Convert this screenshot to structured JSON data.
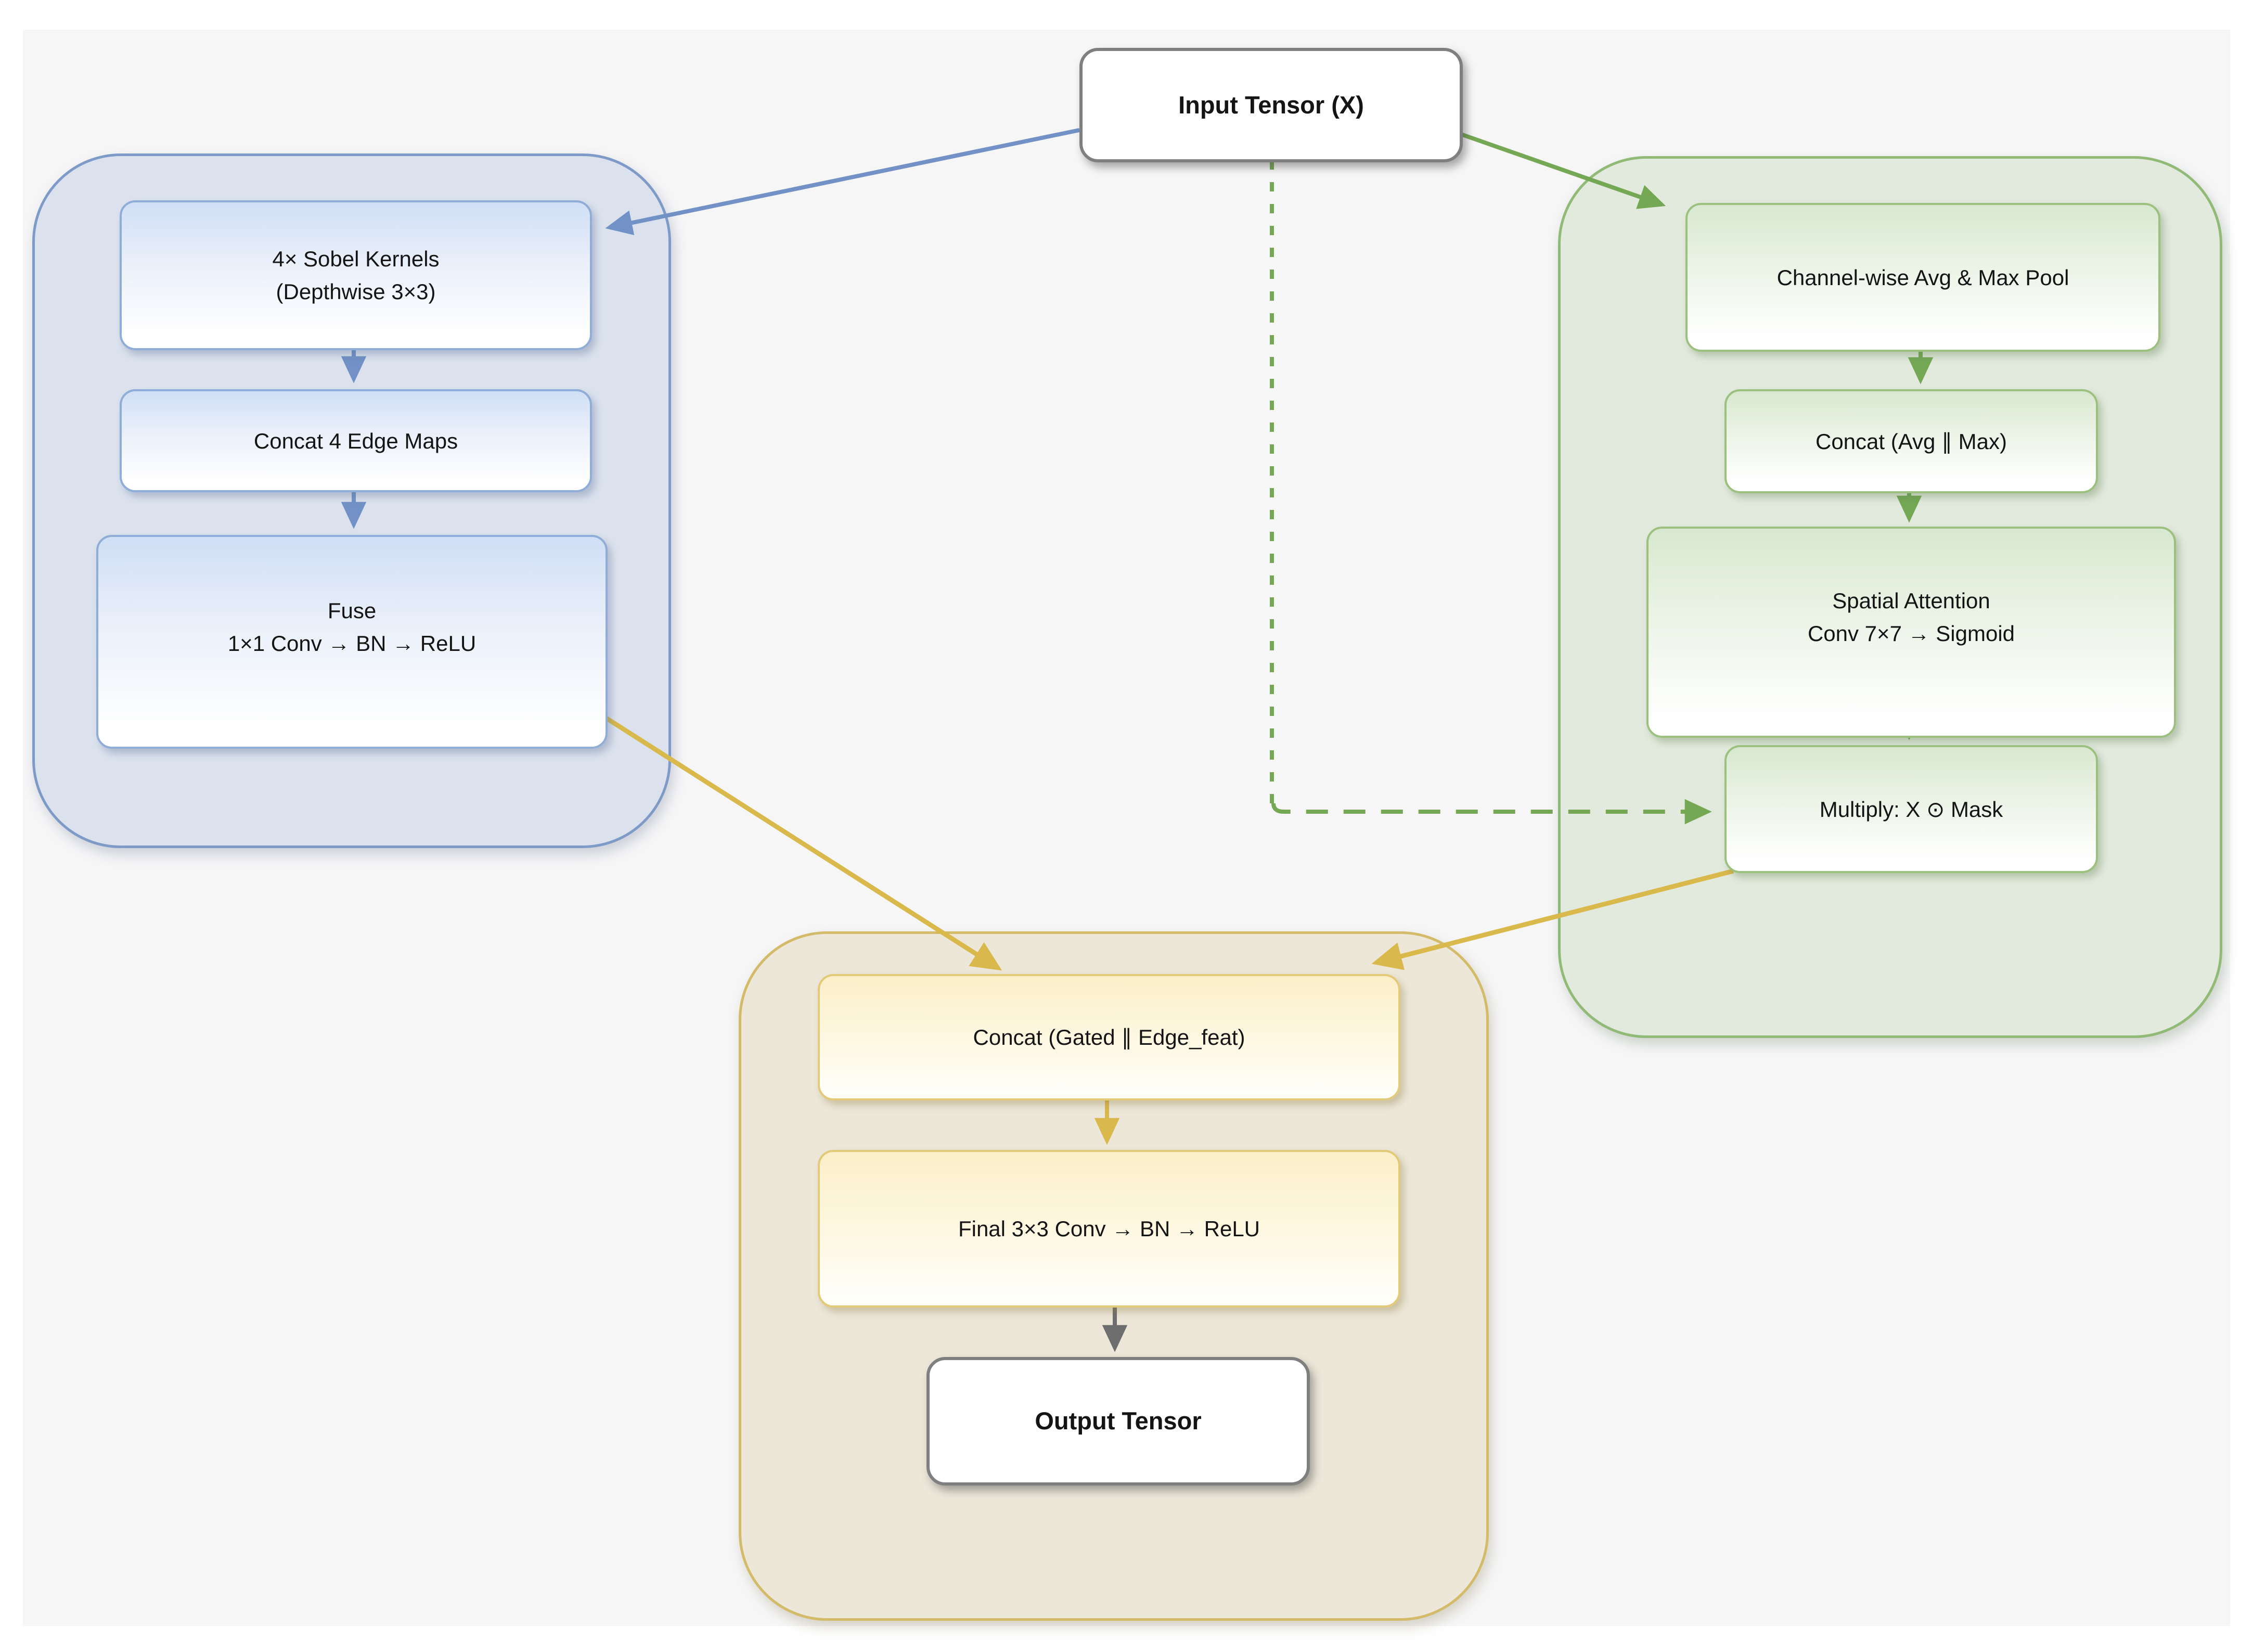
{
  "nodes": {
    "input": "Input Tensor (X)",
    "sobel": "4× Sobel Kernels\n(Depthwise 3×3)",
    "concat_edges": "Concat 4 Edge Maps",
    "fuse": "Fuse\n1×1 Conv → BN → ReLU",
    "pool": "Channel-wise Avg & Max Pool",
    "concat_avg_max": "Concat (Avg ∥ Max)",
    "spatial": "Spatial Attention\nConv 7×7 → Sigmoid",
    "multiply": "Multiply: X ⊙ Mask",
    "concat_gated": "Concat (Gated ∥ Edge_feat)",
    "final_conv": "Final 3×3 Conv → BN → ReLU",
    "output": "Output Tensor"
  },
  "colors": {
    "canvas_bg": "#f6f6f7",
    "blue_panel_fill": "#dbe2ee",
    "blue_panel_border": "#7e9bc8",
    "blue_node_border": "#8fadd6",
    "blue_node_top": "#cfdff5",
    "blue_arrow": "#7291c6",
    "green_panel_fill": "#e2eadd",
    "green_panel_border": "#92ba77",
    "green_node_border": "#9cc17f",
    "green_node_top": "#d8e8cf",
    "green_arrow": "#74a854",
    "gold_panel_fill": "#ece7d9",
    "gold_panel_border": "#d3bb69",
    "gold_node_border": "#e2ca79",
    "gold_node_top": "#fbefc8",
    "gold_arrow": "#d9b84c",
    "gray_arrow": "#6e6e6e",
    "io_border": "#7f7f7f"
  }
}
